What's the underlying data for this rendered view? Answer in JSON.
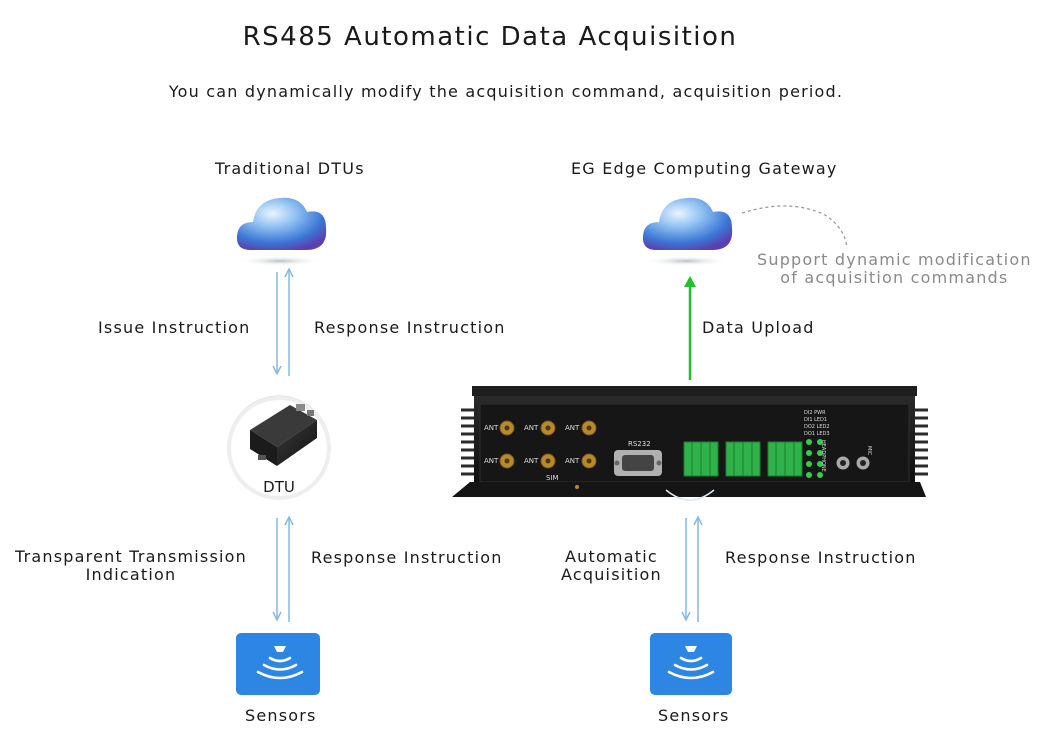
{
  "header": {
    "title": "RS485 Automatic Data Acquisition",
    "subtitle": "You can dynamically modify the acquisition command, acquisition period."
  },
  "left": {
    "cloud_label": "Traditional DTUs",
    "issue_label": "Issue Instruction",
    "response_top_label": "Response Instruction",
    "dtu_label": "DTU",
    "transparent_label_1": "Transparent Transmission",
    "transparent_label_2": "Indication",
    "response_bottom_label": "Response Instruction",
    "sensors_label": "Sensors"
  },
  "right": {
    "cloud_label": "EG Edge Computing Gateway",
    "note_line_1": "Support dynamic modification",
    "note_line_2": "of acquisition commands",
    "upload_label": "Data Upload",
    "auto_label_1": "Automatic",
    "auto_label_2": "Acquisition",
    "response_bottom_label": "Response Instruction",
    "sensors_label": "Sensors"
  },
  "gateway": {
    "rs232": "RS232",
    "sim": "SIM",
    "ant": "ANT",
    "led_labels": [
      "DI2",
      "PWR",
      "DI1",
      "LED1",
      "DO2",
      "LED2",
      "DO1",
      "LED3"
    ],
    "headphone": "HEADPHONE",
    "mic": "MIC"
  },
  "colors": {
    "arrow_blue": "#86b9e3",
    "arrow_green": "#22c02a",
    "sensor_blue": "#2d86e4",
    "cloud_blue": "#3f7fd8"
  }
}
